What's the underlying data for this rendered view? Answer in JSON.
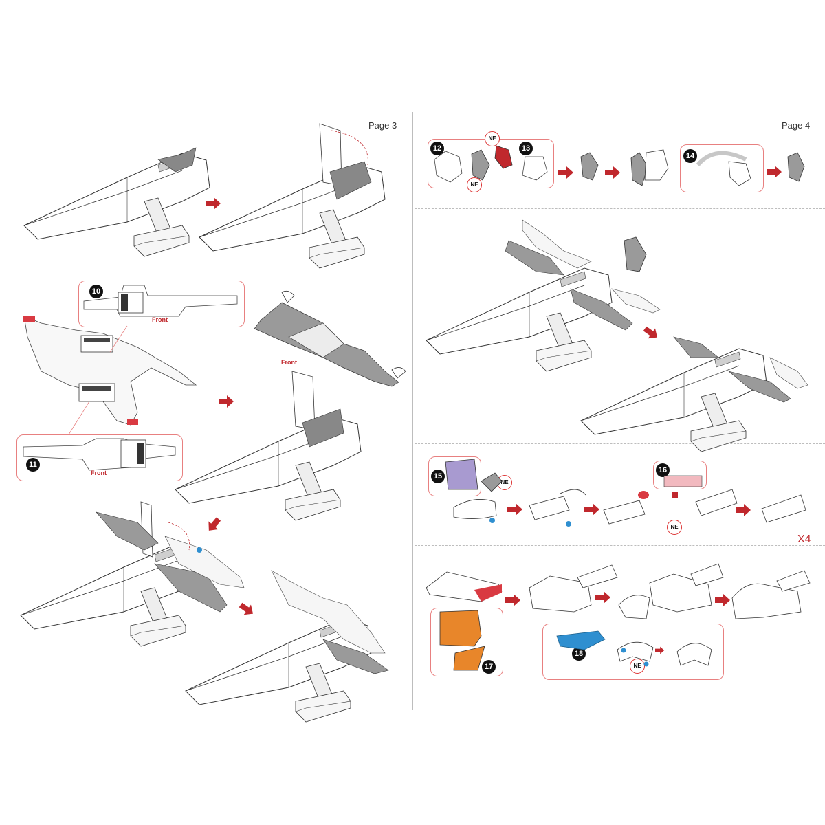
{
  "pages": {
    "left_label": "Page 3",
    "right_label": "Page 4"
  },
  "steps": {
    "s10": "10",
    "s11": "11",
    "s12": "12",
    "s13": "13",
    "s14": "14",
    "s15": "15",
    "s16": "16",
    "s17": "17",
    "s18": "18"
  },
  "labels": {
    "front": "Front",
    "ne": "NE",
    "x4": "X4"
  },
  "colors": {
    "arrow": "#c0282d",
    "box_border": "#e88080",
    "gray_part": "#9a9a9a",
    "purple_part": "#a89ad0",
    "pink_part": "#f2b9bf",
    "orange_part": "#e8862a",
    "blue_part": "#2f8fd0"
  }
}
